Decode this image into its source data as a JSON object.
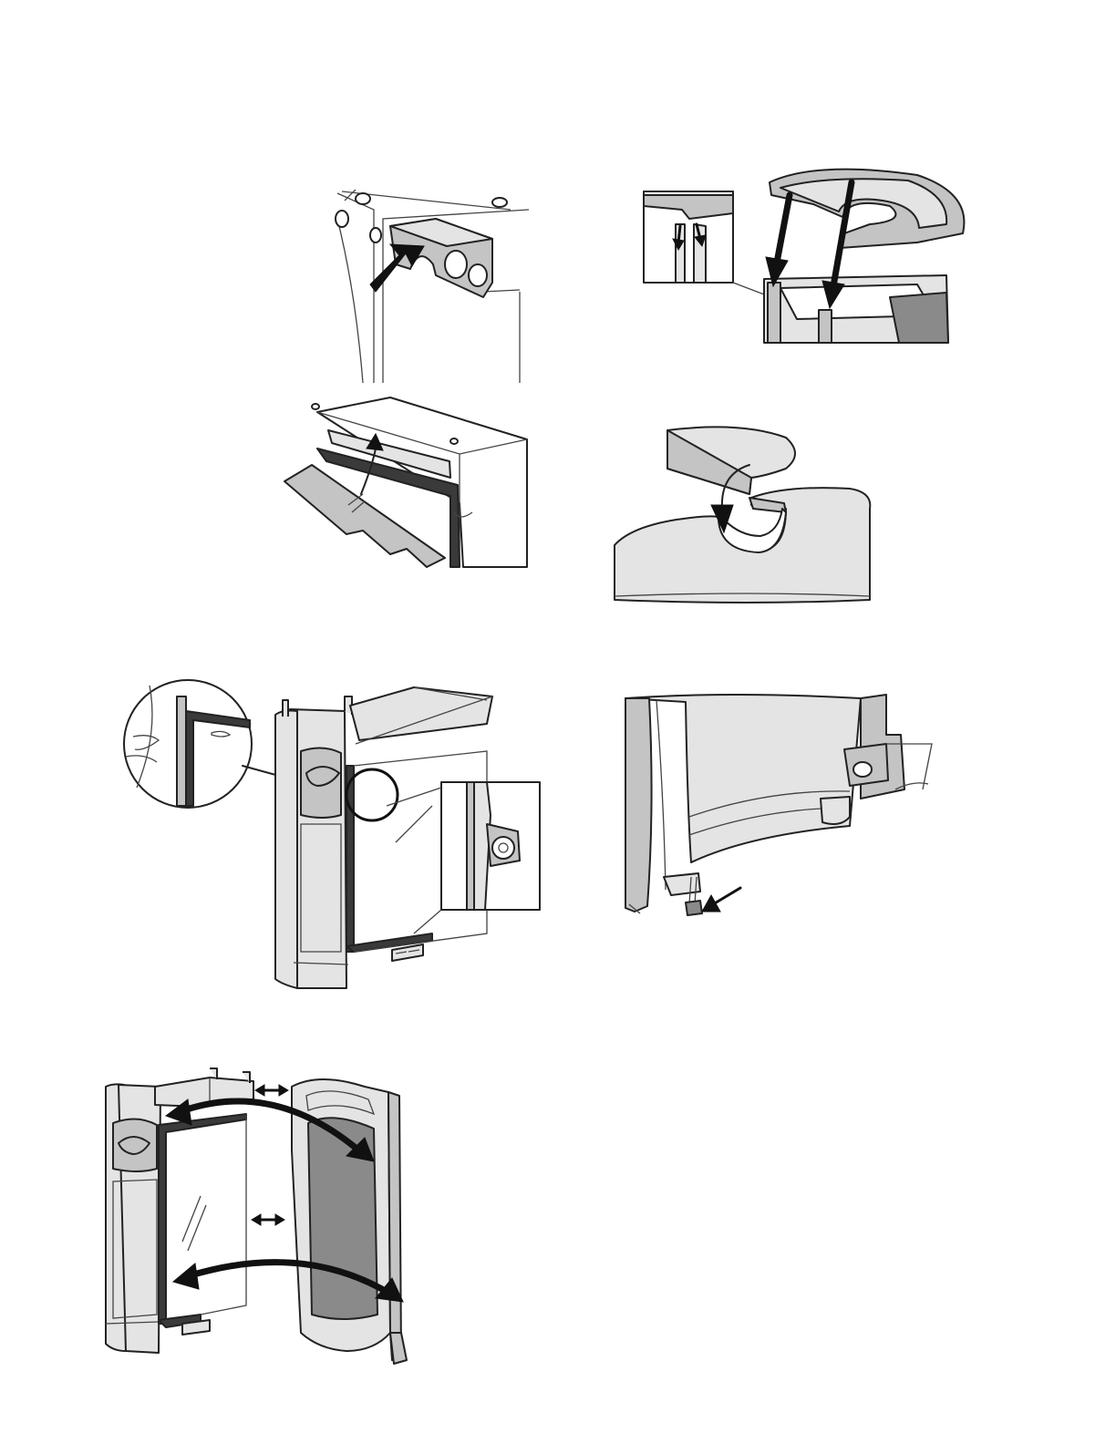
{
  "page": {
    "figures": [
      {
        "id": "bracket-mount",
        "icon": "bracket-with-arrow-icon"
      },
      {
        "id": "top-plate-fit",
        "icon": "top-plate-drop-icon"
      },
      {
        "id": "baffle-insert",
        "icon": "baffle-plate-insert-icon"
      },
      {
        "id": "top-cover-insert",
        "icon": "top-cover-insert-icon"
      },
      {
        "id": "side-panel-hinge",
        "icon": "side-panel-hinge-icon"
      },
      {
        "id": "leveling-foot",
        "icon": "leveling-foot-icon"
      },
      {
        "id": "side-panel-swing",
        "icon": "side-panel-swing-icon"
      }
    ]
  }
}
